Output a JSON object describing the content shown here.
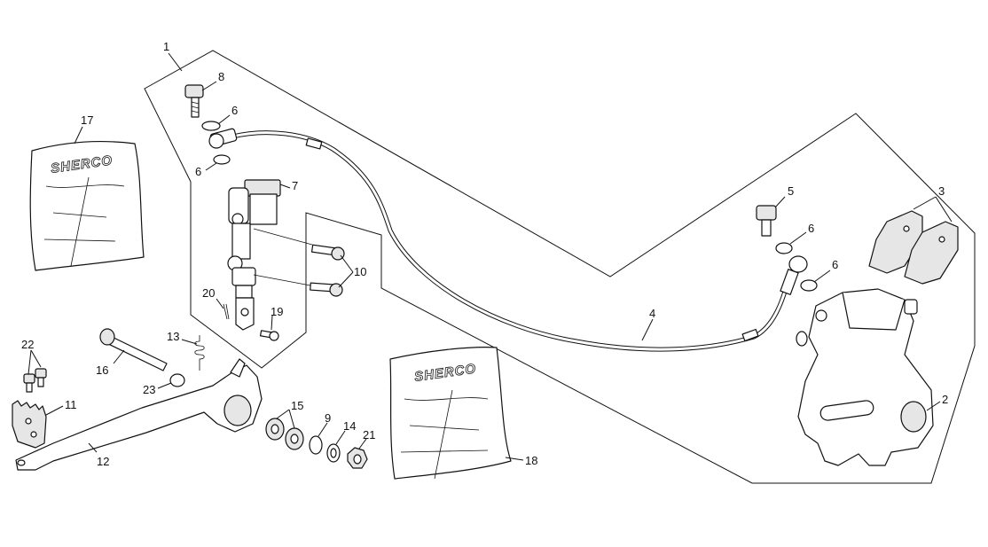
{
  "diagram": {
    "brand_logo": "SHERCO",
    "callouts": [
      {
        "id": "c1",
        "label": "1"
      },
      {
        "id": "c2",
        "label": "2"
      },
      {
        "id": "c3",
        "label": "3"
      },
      {
        "id": "c4",
        "label": "4"
      },
      {
        "id": "c5",
        "label": "5"
      },
      {
        "id": "c6a",
        "label": "6"
      },
      {
        "id": "c6b",
        "label": "6"
      },
      {
        "id": "c6c",
        "label": "6"
      },
      {
        "id": "c6d",
        "label": "6"
      },
      {
        "id": "c7",
        "label": "7"
      },
      {
        "id": "c8",
        "label": "8"
      },
      {
        "id": "c9",
        "label": "9"
      },
      {
        "id": "c10",
        "label": "10"
      },
      {
        "id": "c11",
        "label": "11"
      },
      {
        "id": "c12",
        "label": "12"
      },
      {
        "id": "c13",
        "label": "13"
      },
      {
        "id": "c14",
        "label": "14"
      },
      {
        "id": "c15",
        "label": "15"
      },
      {
        "id": "c16",
        "label": "16"
      },
      {
        "id": "c17",
        "label": "17"
      },
      {
        "id": "c18",
        "label": "18"
      },
      {
        "id": "c19",
        "label": "19"
      },
      {
        "id": "c20",
        "label": "20"
      },
      {
        "id": "c21",
        "label": "21"
      },
      {
        "id": "c22",
        "label": "22"
      },
      {
        "id": "c23",
        "label": "23"
      }
    ]
  }
}
